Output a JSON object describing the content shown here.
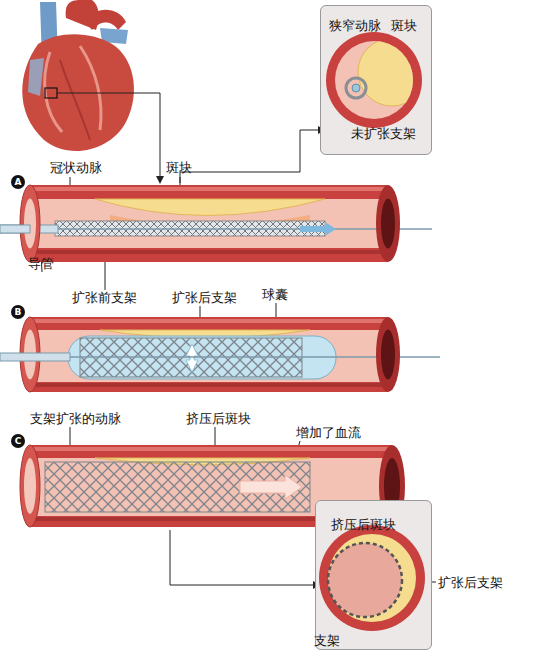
{
  "diagram": {
    "nodes": [
      {
        "text": [
          "狭窄动脉",
          "斑块",
          "未扩张支架"
        ]
      },
      {
        "text": [
          "A"
        ]
      },
      {
        "text": [
          "B"
        ]
      },
      {
        "text": [
          "C"
        ]
      },
      {
        "text": [
          "挤压后斑块",
          "扩张后支架",
          "支架"
        ]
      }
    ],
    "labels": [
      "冠状动脉",
      "斑块",
      "导管",
      "扩张前支架",
      "扩张后支架",
      "球囊",
      "支架扩张的动脉",
      "挤压后斑块",
      "增加了血流"
    ]
  }
}
